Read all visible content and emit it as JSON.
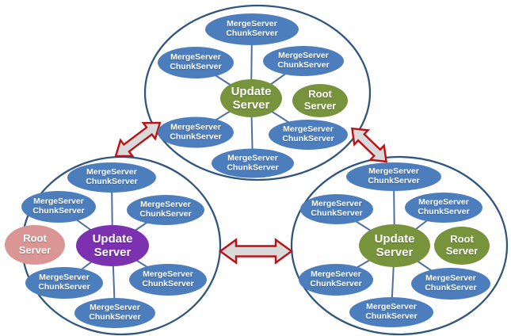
{
  "diagram": {
    "colors": {
      "cluster_border": "#30567E",
      "connector_line": "#4E6FA0",
      "merge_blue": "#4C7EBD",
      "server_green": "#77933C",
      "server_purple": "#7C31B0",
      "server_pink": "#D99694",
      "arrow_fill": "#DADADA",
      "arrow_stroke": "#BB1016",
      "node_text": "#FFFFFF"
    },
    "clusters": [
      {
        "name": "top",
        "update_server": "Update\nServer",
        "root_server": "Root\nServer",
        "merge_chunk_servers": [
          "MergeServer\nChunkServer",
          "MergeServer\nChunkServer",
          "MergeServer\nChunkServer",
          "MergeServer\nChunkServer",
          "MergeServer\nChunkServer",
          "MergeServer\nChunkServer"
        ]
      },
      {
        "name": "bottom-left",
        "update_server": "Update\nServer",
        "root_server": "Root\nServer",
        "merge_chunk_servers": [
          "MergeServer\nChunkServer",
          "MergeServer\nChunkServer",
          "MergeServer\nChunkServer",
          "MergeServer\nChunkServer",
          "MergeServer\nChunkServer",
          "MergeServer\nChunkServer"
        ]
      },
      {
        "name": "bottom-right",
        "update_server": "Update\nServer",
        "root_server": "Root\nServer",
        "merge_chunk_servers": [
          "MergeServer\nChunkServer",
          "MergeServer\nChunkServer",
          "MergeServer\nChunkServer",
          "MergeServer\nChunkServer",
          "MergeServer\nChunkServer",
          "MergeServer\nChunkServer"
        ]
      }
    ],
    "links": [
      {
        "between": [
          "top",
          "bottom-left"
        ],
        "bidirectional": true
      },
      {
        "between": [
          "top",
          "bottom-right"
        ],
        "bidirectional": true
      },
      {
        "between": [
          "bottom-left",
          "bottom-right"
        ],
        "bidirectional": true
      }
    ]
  }
}
